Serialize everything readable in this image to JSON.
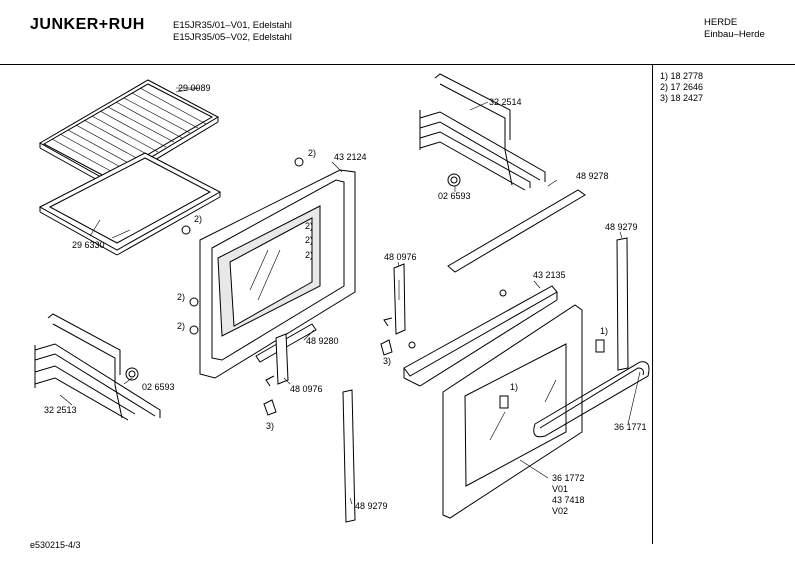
{
  "header": {
    "brand": "JUNKER+RUH",
    "model_line_1": "E15JR35/01–V01, Edelstahl",
    "model_line_2": "E15JR35/05–V02, Edelstahl",
    "category_1": "HERDE",
    "category_2": "Einbau–Herde"
  },
  "legend": [
    "1)  18 2778",
    "2)  17 2646",
    "3)  18 2427"
  ],
  "labels": {
    "p290089": "29 0089",
    "p296330": "29 6330",
    "p432124": "43 2124",
    "p322514": "32 2514",
    "p026593_top": "02 6593",
    "p489278": "48 9278",
    "p489279_right": "48 9279",
    "p480976_mid": "48 0976",
    "p432135": "43 2135",
    "p489280": "48 9280",
    "p480976_low": "48 0976",
    "p026593_left": "02 6593",
    "p322513": "32 2513",
    "p361771": "36 1771",
    "p361772": "36 1772",
    "v01": "V01",
    "p437418": "43 7418",
    "v02": "V02",
    "p489279_bottom": "48 9279",
    "ref2_a": "2)",
    "ref2_b": "2)",
    "ref2_c": "2)",
    "ref2_d": "2)",
    "ref2_e": "2)",
    "ref2_f": "2)",
    "ref2_g": "2)",
    "ref3_a": "3)",
    "ref3_b": "3)",
    "ref1_a": "1)",
    "ref1_b": "1)"
  },
  "footer": {
    "drawing_id": "e530215-4/3"
  }
}
